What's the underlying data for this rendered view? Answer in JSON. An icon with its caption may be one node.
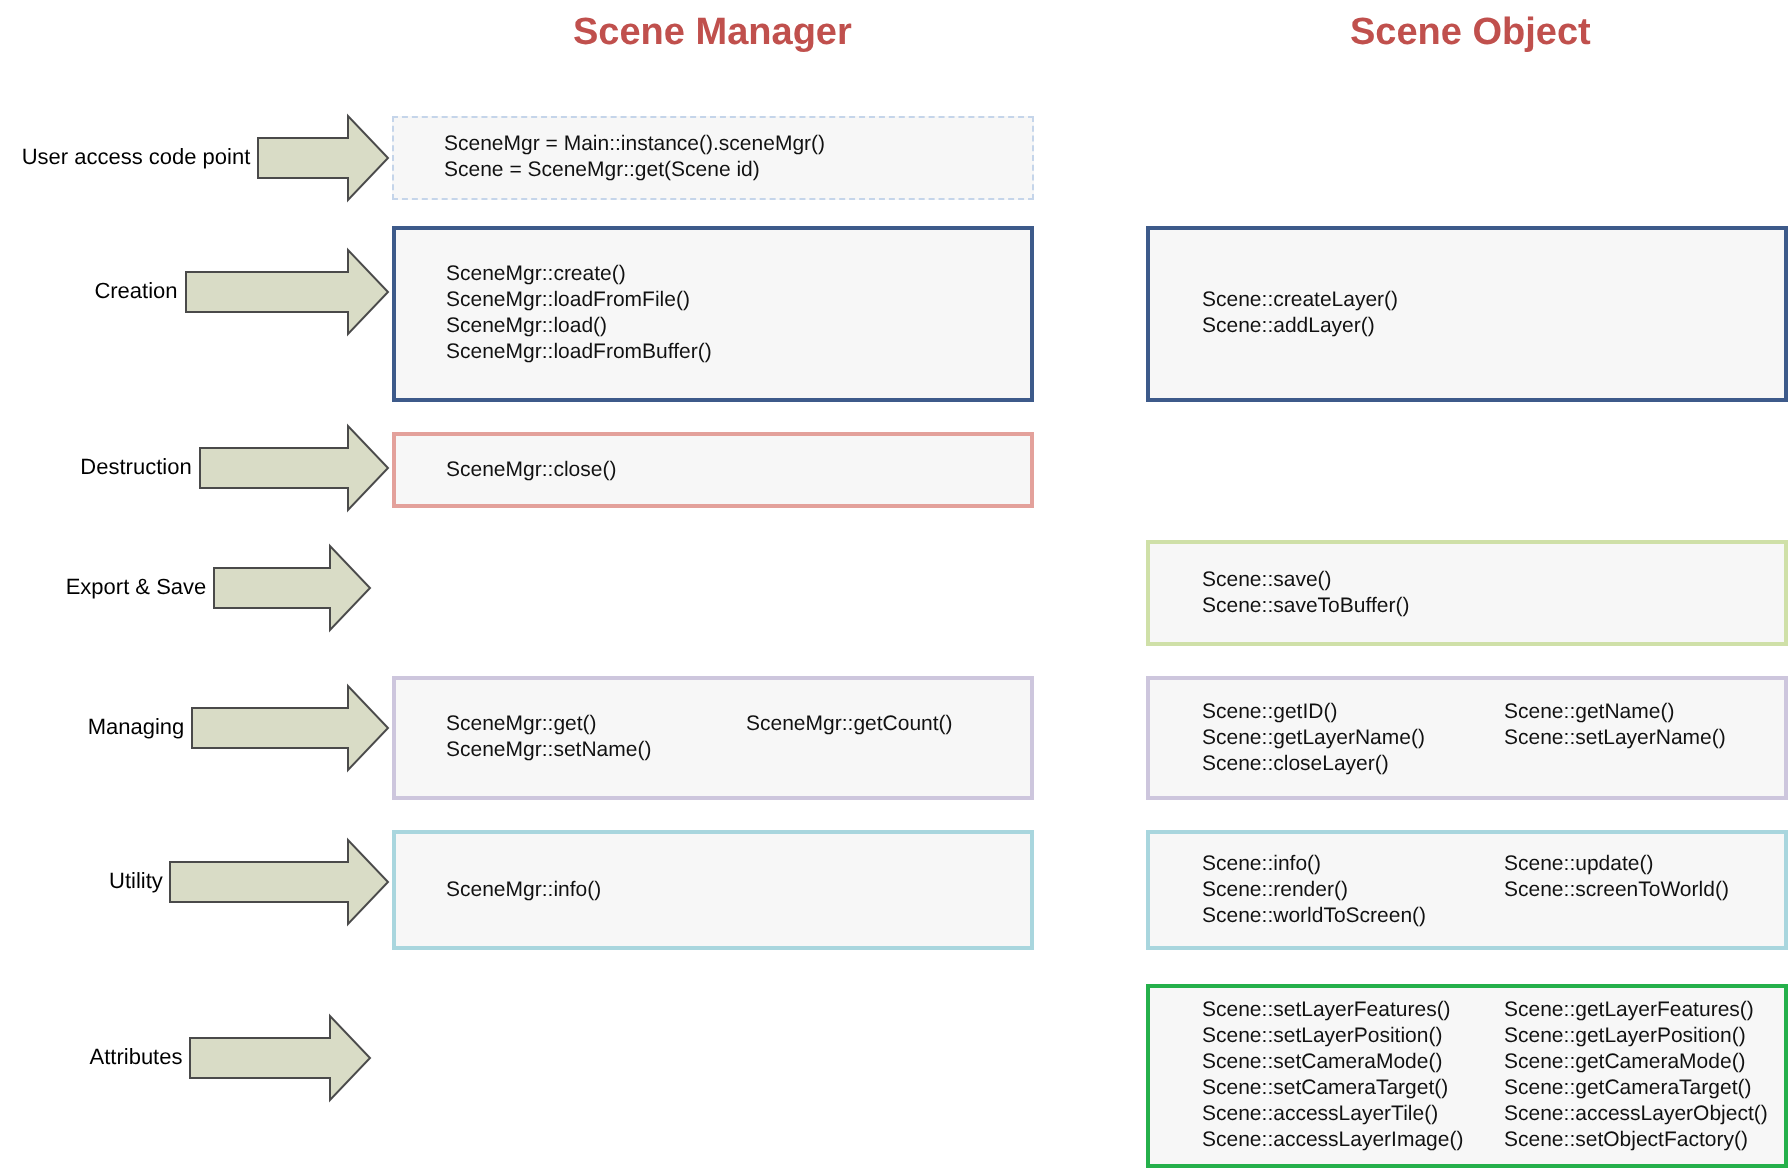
{
  "diagram": {
    "nodes": [
      {
        "text": [
          "User access code point"
        ]
      },
      {
        "text": [
          "SceneMgr = Main::instance().sceneMgr()",
          "Scene = SceneMgr::get(Scene id)"
        ]
      },
      {
        "text": [
          "Creation"
        ]
      },
      {
        "text": [
          "SceneMgr::create()",
          "SceneMgr::loadFromFile()",
          "SceneMgr::load()",
          "SceneMgr::loadFromBuffer()"
        ]
      },
      {
        "text": [
          "Scene::createLayer()",
          "Scene::addLayer()"
        ]
      },
      {
        "text": [
          "Destruction"
        ]
      },
      {
        "text": [
          "SceneMgr::close()"
        ]
      },
      {
        "text": [
          "Export & Save"
        ]
      },
      {
        "text": [
          "Scene::save()",
          "Scene::saveToBuffer()"
        ]
      },
      {
        "text": [
          "Managing"
        ]
      },
      {
        "text": [
          "SceneMgr::get()",
          "SceneMgr::getCount()",
          "SceneMgr::setName()"
        ]
      },
      {
        "text": [
          "Scene::getID()",
          "Scene::getName()",
          "Scene::getLayerName()",
          "Scene::setLayerName()",
          "Scene::closeLayer()"
        ]
      },
      {
        "text": [
          "Utility"
        ]
      },
      {
        "text": [
          "SceneMgr::info()"
        ]
      },
      {
        "text": [
          "Scene::info()",
          "Scene::update()",
          "Scene::render()",
          "Scene::screenToWorld()",
          "Scene::worldToScreen()"
        ]
      },
      {
        "text": [
          "Attributes"
        ]
      },
      {
        "text": [
          "Scene::setLayerFeatures()",
          "Scene::getLayerFeatures()",
          "Scene::setLayerPosition()",
          "Scene::getLayerPosition()",
          "Scene::setCameraMode()",
          "Scene::getCameraMode()",
          "Scene::setCameraTarget()",
          "Scene::getCameraTarget()",
          "Scene::accessLayerTile()",
          "Scene::accessLayerObject()",
          "Scene::accessLayerImage()",
          "Scene::setObjectFactory()"
        ]
      }
    ],
    "edges": [
      {
        "from": 0,
        "to": 1,
        "arrow": "to"
      },
      {
        "from": 2,
        "to": 3,
        "arrow": "to"
      },
      {
        "from": 5,
        "to": 6,
        "arrow": "to"
      },
      {
        "from": 7,
        "to": null,
        "arrow": "to"
      },
      {
        "from": 9,
        "to": 10,
        "arrow": "to"
      },
      {
        "from": 12,
        "to": 13,
        "arrow": "to"
      },
      {
        "from": 15,
        "to": null,
        "arrow": "to"
      }
    ],
    "labels": [
      "Scene Manager",
      "Scene Object"
    ]
  }
}
